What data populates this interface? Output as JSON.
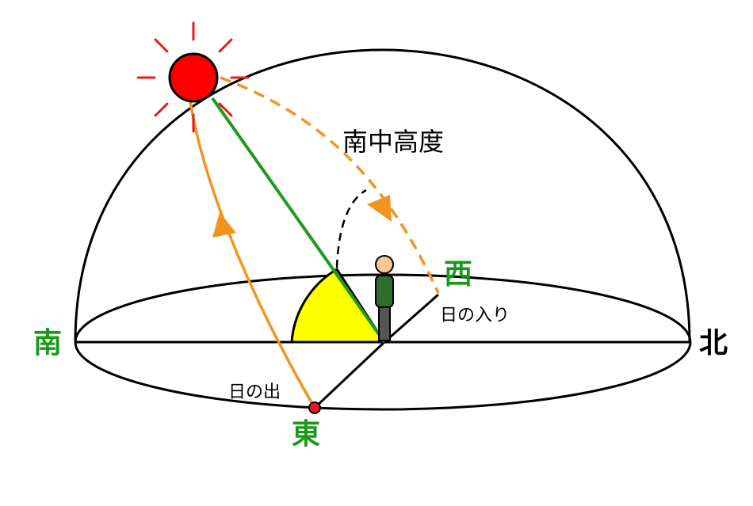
{
  "labels": {
    "south": "南",
    "north": "北",
    "east": "東",
    "west": "西",
    "sunrise": "日の出",
    "sunset": "日の入り",
    "culmination_altitude": "南中高度"
  },
  "colors": {
    "direction_green": "#1a9a1a",
    "sun_path_orange": "#f0941e",
    "sun_red": "#ff0000",
    "sun_ray_green": "#1f9a1f",
    "angle_fill": "#ffff00",
    "person_shirt": "#2f6a2f",
    "person_pants": "#555555",
    "person_skin": "#f5c89a",
    "line_black": "#000000"
  }
}
